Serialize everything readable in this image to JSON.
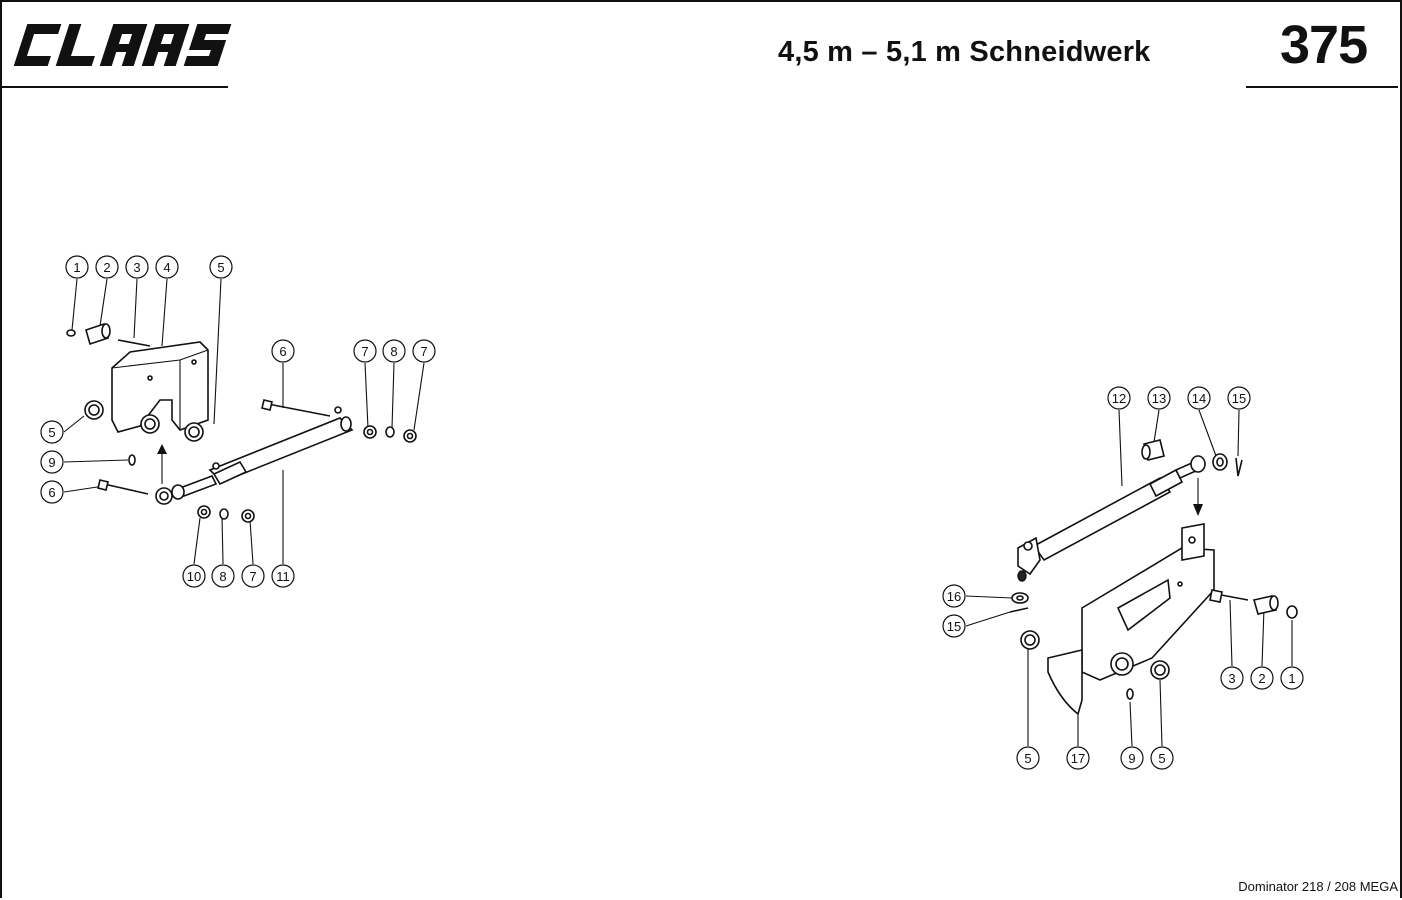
{
  "header": {
    "logo_text": "CLAAS",
    "title": "4,5 m – 5,1 m Schneidwerk",
    "page_number": "375"
  },
  "footer": {
    "model": "Dominator 218 / 208 MEGA"
  },
  "callouts_left": [
    "1",
    "2",
    "3",
    "4",
    "5",
    "6",
    "7",
    "8",
    "7",
    "5",
    "9",
    "6",
    "10",
    "8",
    "7",
    "11"
  ],
  "callouts_right": [
    "12",
    "13",
    "14",
    "15",
    "16",
    "15",
    "3",
    "2",
    "1",
    "5",
    "17",
    "9",
    "5"
  ]
}
